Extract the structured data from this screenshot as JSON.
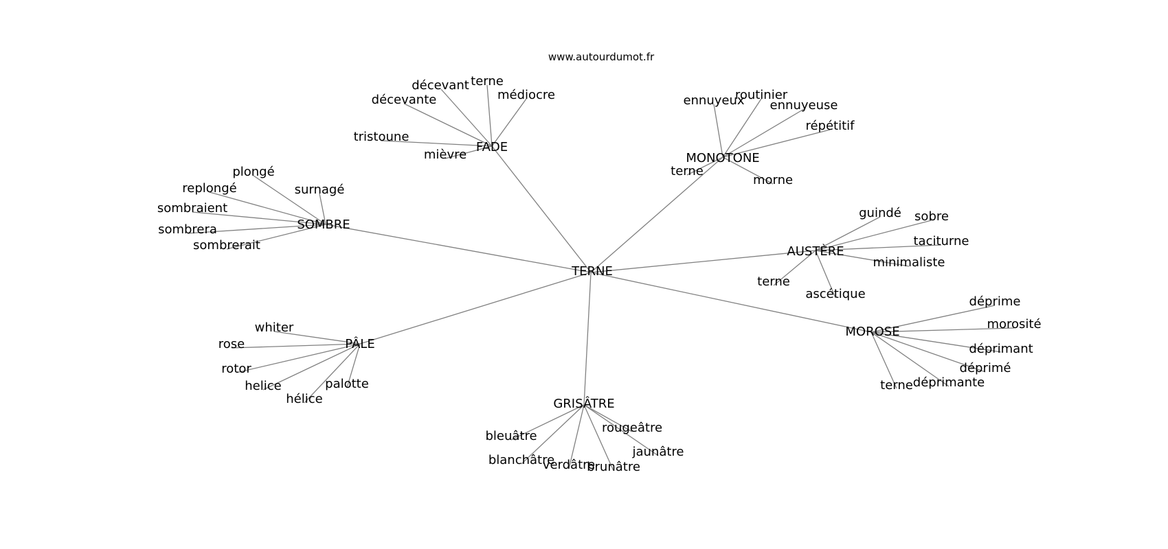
{
  "site": "www.autourdumot.fr",
  "center": {
    "label": "TERNE"
  },
  "hubs": [
    {
      "label": "FADE",
      "leaves": [
        "décevant",
        "terne",
        "médiocre",
        "décevante",
        "tristoune",
        "mièvre"
      ]
    },
    {
      "label": "MONOTONE",
      "leaves": [
        "ennuyeux",
        "routinier",
        "ennuyeuse",
        "répétitif",
        "terne",
        "morne"
      ]
    },
    {
      "label": "SOMBRE",
      "leaves": [
        "plongé",
        "surnagé",
        "replongé",
        "sombraient",
        "sombrera",
        "sombrerait"
      ]
    },
    {
      "label": "AUSTÈRE",
      "leaves": [
        "guindé",
        "sobre",
        "taciturne",
        "minimaliste",
        "terne",
        "ascétique"
      ]
    },
    {
      "label": "PÂLE",
      "leaves": [
        "whiter",
        "rose",
        "rotor",
        "helice",
        "hélice",
        "palotte"
      ]
    },
    {
      "label": "MOROSE",
      "leaves": [
        "déprime",
        "morosité",
        "déprimant",
        "déprimé",
        "déprimante",
        "terne"
      ]
    },
    {
      "label": "GRISÂTRE",
      "leaves": [
        "bleuâtre",
        "rougeâtre",
        "jaunâtre",
        "blanchâtre",
        "verdâtre",
        "brunâtre"
      ]
    }
  ]
}
